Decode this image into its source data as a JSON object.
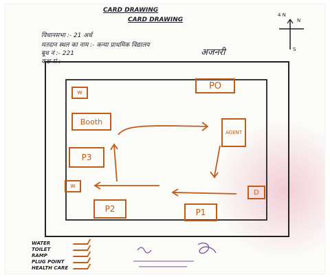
{
  "header": {
    "title": "CARD DRAWING",
    "subtitle": "CARD DRAWING",
    "line1_label": "विधानसभा :- 21 अर्थ",
    "line2_label": "मतदान स्थल का नाम :- कन्या प्राथमिक विद्यालय",
    "line2_cont": "अजनरी",
    "line3_label": "बूथ नं :- 221",
    "line4_label": "कक्ष सं :-"
  },
  "compass": {
    "north": "N",
    "south": "S",
    "top_label": "4 N"
  },
  "layout": {
    "boxes": [
      {
        "id": "w-top",
        "label": "w"
      },
      {
        "id": "po",
        "label": "PO"
      },
      {
        "id": "booth",
        "label": "Booth"
      },
      {
        "id": "agent",
        "label": "AGENT"
      },
      {
        "id": "p3",
        "label": "P3"
      },
      {
        "id": "w-left",
        "label": "w"
      },
      {
        "id": "d",
        "label": "D"
      },
      {
        "id": "p2",
        "label": "P2"
      },
      {
        "id": "p1",
        "label": "P1"
      }
    ]
  },
  "legend": [
    "WATER",
    "TOILET",
    "RAMP",
    "PLUG POINT",
    "HEALTH CARE"
  ],
  "colors": {
    "ink": "#1d1d2a",
    "orange": "#c25b1a",
    "purple": "#7a4fa0"
  }
}
